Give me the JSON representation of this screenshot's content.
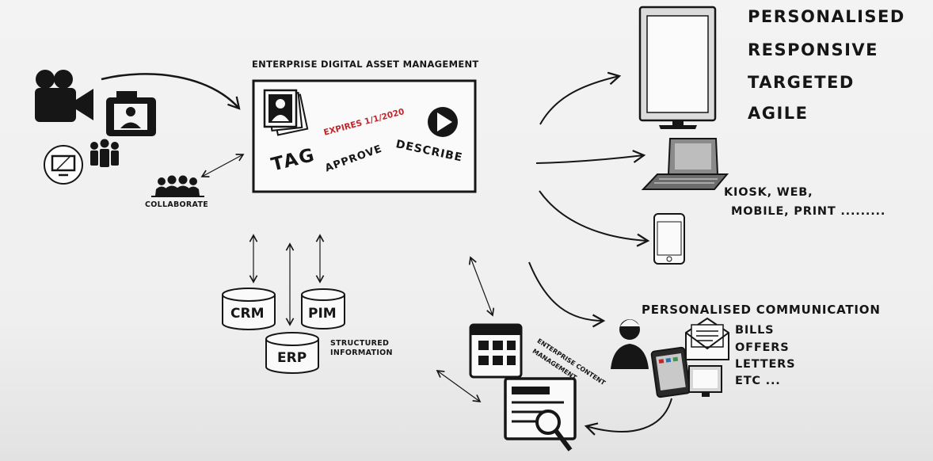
{
  "dam": {
    "title": "ENTERPRISE DIGITAL ASSET MANAGEMENT",
    "tag": "TAG",
    "approve": "APPROVE",
    "describe": "DESCRIBE",
    "expires": "EXPIRES 1/1/2020"
  },
  "collaborate": "COLLABORATE",
  "databases": {
    "crm": "CRM",
    "pim": "PIM",
    "erp": "ERP",
    "structured_1": "STRUCTURED",
    "structured_2": "INFORMATION"
  },
  "ecm": {
    "line1": "ENTERPRISE CONTENT",
    "line2": "MANAGEMENT"
  },
  "qualities": [
    "PERSONALISED",
    "RESPONSIVE",
    "TARGETED",
    "AGILE"
  ],
  "channels": {
    "line1": "KIOSK, WEB,",
    "line2": "MOBILE, PRINT ........."
  },
  "communication": {
    "title": "PERSONALISED COMMUNICATION",
    "items": [
      "BILLS",
      "OFFERS",
      "LETTERS",
      "ETC ..."
    ]
  },
  "colors": {
    "ink": "#161616",
    "accent_red": "#c0272d",
    "paper": "#f1f1f1"
  },
  "icons": [
    "video-camera-icon",
    "photo-camera-icon",
    "monitor-icon",
    "people-icon",
    "photo-stack-icon",
    "play-icon",
    "group-icon",
    "database-icon",
    "browser-grid-icon",
    "document-search-icon",
    "person-icon",
    "envelope-icon",
    "tablet-icon",
    "desktop-icon",
    "laptop-icon",
    "smartphone-icon"
  ]
}
